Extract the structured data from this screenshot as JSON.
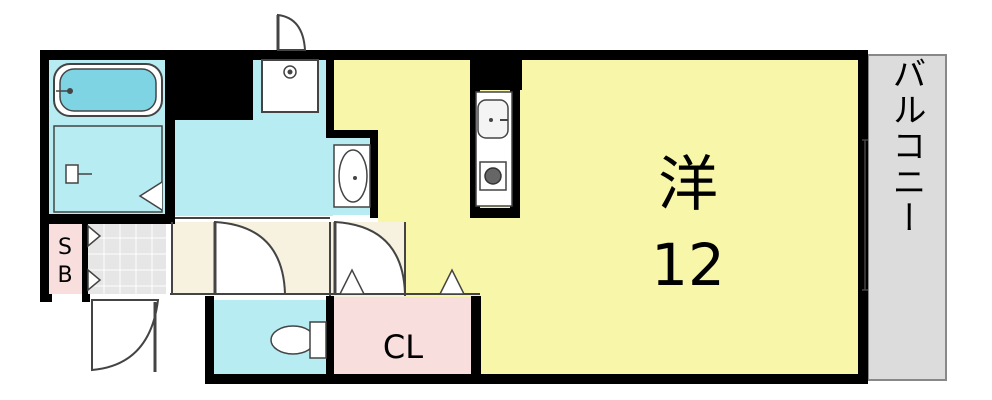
{
  "rooms": {
    "western": {
      "kanji": "洋",
      "size": "12",
      "fill": "#f8f6a9"
    },
    "closet": {
      "label": "CL",
      "fill": "#f9dede"
    },
    "storage": {
      "top": "S",
      "bottom": "B",
      "fill": "#f9dede"
    },
    "balcony": {
      "label": "バルコニー",
      "fill": "#dcdcdc"
    },
    "wet_area_fill": "#b7ecf3",
    "entry_fill": "#f6f2df",
    "tile_fill": "#e6e6e6"
  }
}
